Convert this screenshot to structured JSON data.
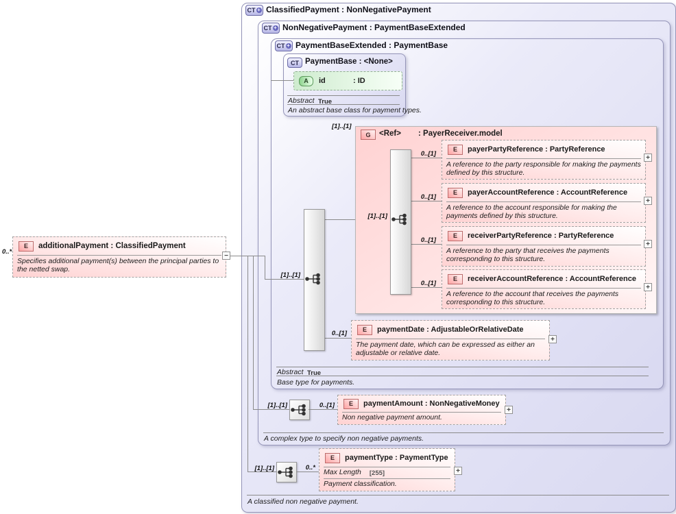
{
  "icons": {
    "ct": "CT",
    "e": "E",
    "a": "A",
    "g": "G",
    "plus": "+",
    "expand": "+",
    "collapse": "−"
  },
  "left_element": {
    "occurs": "0..*",
    "title": "additionalPayment : ClassifiedPayment",
    "description": "Specifies additional payment(s) between the principal parties to the netted swap."
  },
  "classified_payment": {
    "title": "ClassifiedPayment : NonNegativePayment",
    "footer": "A classified non negative payment.",
    "sequence_occurs": "[1]..[1]",
    "payment_type": {
      "occurs": "0..*",
      "title": "paymentType : PaymentType",
      "max_length_label": "Max Length",
      "max_length_value": "[255]",
      "description": "Payment classification."
    }
  },
  "non_negative_payment": {
    "title": "NonNegativePayment : PaymentBaseExtended",
    "footer": "A complex type to specify non negative payments.",
    "sequence_occurs": "[1]..[1]",
    "payment_amount": {
      "occurs": "0..[1]",
      "title": "paymentAmount : NonNegativeMoney",
      "description": "Non negative payment amount."
    }
  },
  "payment_base_extended": {
    "title": "PaymentBaseExtended : PaymentBase",
    "abstract_label": "Abstract",
    "abstract_value": "True",
    "footer": "Base type for payments.",
    "sequence_occurs": "[1]..[1]",
    "payer_receiver_group": {
      "occurs": "[1]..[1]",
      "name": "<Ref>",
      "type": ": PayerReceiver.model",
      "sequence_occurs": "[1]..[1]",
      "elements": [
        {
          "occurs": "0..[1]",
          "title": "payerPartyReference : PartyReference",
          "description": "A reference to the party responsible for making the payments defined by this structure."
        },
        {
          "occurs": "0..[1]",
          "title": "payerAccountReference : AccountReference",
          "description": "A reference to the account responsible for making the payments defined by this structure."
        },
        {
          "occurs": "0..[1]",
          "title": "receiverPartyReference : PartyReference",
          "description": "A reference to the party that receives the payments corresponding to this structure."
        },
        {
          "occurs": "0..[1]",
          "title": "receiverAccountReference : AccountReference",
          "description": "A reference to the account that receives the payments corresponding to this structure."
        }
      ]
    },
    "payment_date": {
      "occurs": "0..[1]",
      "title": "paymentDate : AdjustableOrRelativeDate",
      "description": "The payment date, which can be expressed as either an adjustable or relative date."
    }
  },
  "payment_base": {
    "title": "PaymentBase : <None>",
    "attribute": {
      "name": "id",
      "type": ": ID"
    },
    "abstract_label": "Abstract",
    "abstract_value": "True",
    "description": "An abstract base class for payment types."
  }
}
